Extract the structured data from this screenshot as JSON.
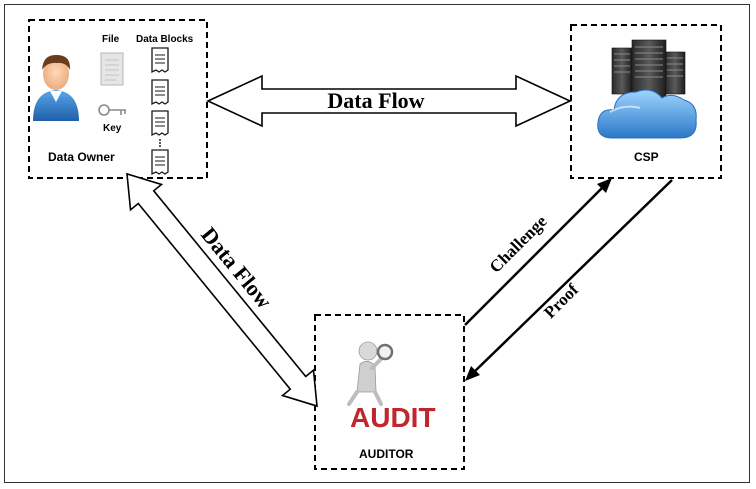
{
  "nodes": {
    "data_owner": {
      "label": "Data Owner",
      "file_label": "File",
      "blocks_label": "Data Blocks",
      "key_label": "Key"
    },
    "csp": {
      "label": "CSP"
    },
    "auditor": {
      "label": "AUDITOR",
      "logo_text": "AUDIT"
    }
  },
  "edges": {
    "owner_csp": {
      "label": "Data Flow",
      "direction": "bidirectional"
    },
    "owner_auditor": {
      "label": "Data Flow",
      "direction": "bidirectional"
    },
    "challenge": {
      "label": "Challenge",
      "from": "auditor",
      "to": "csp"
    },
    "proof": {
      "label": "Proof",
      "from": "csp",
      "to": "auditor"
    }
  },
  "colors": {
    "box_border": "#000000",
    "flow_arrow_fill": "#ffffff",
    "cloud": "#3f8fd8",
    "audit_red": "#c0262d",
    "person_shirt": "#2f7fcf"
  }
}
